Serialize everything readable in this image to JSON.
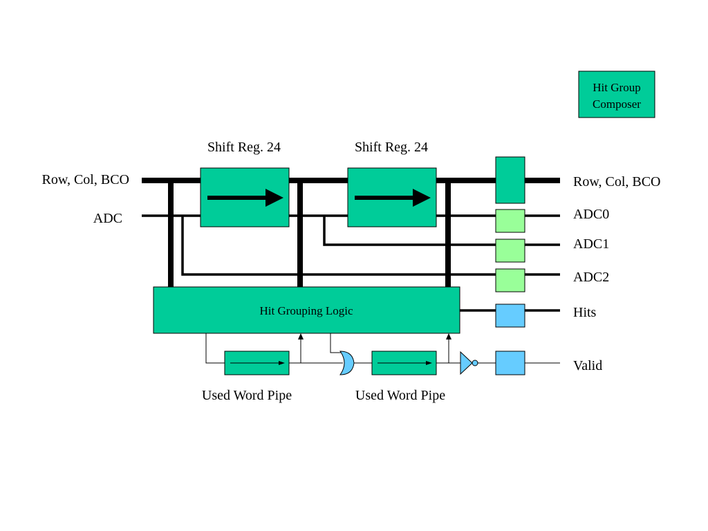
{
  "title_box": {
    "line1": "Hit Group",
    "line2": "Composer"
  },
  "inputs": {
    "row_col_bco": "Row, Col, BCO",
    "adc": "ADC"
  },
  "shift_registers": [
    {
      "label": "Shift Reg. 24"
    },
    {
      "label": "Shift Reg. 24"
    }
  ],
  "logic_block": {
    "label": "Hit Grouping Logic"
  },
  "pipes": [
    {
      "label": "Used Word Pipe"
    },
    {
      "label": "Used Word Pipe"
    }
  ],
  "outputs": {
    "row_col_bco": "Row, Col, BCO",
    "adc0": "ADC0",
    "adc1": "ADC1",
    "adc2": "ADC2",
    "hits": "Hits",
    "valid": "Valid"
  },
  "colors": {
    "block_fill": "#00cc99",
    "light_green": "#99ff99",
    "light_blue": "#66ccff",
    "line": "#000000"
  },
  "icons": [
    "arrow-right-icon",
    "or-gate-icon",
    "not-gate-icon"
  ]
}
